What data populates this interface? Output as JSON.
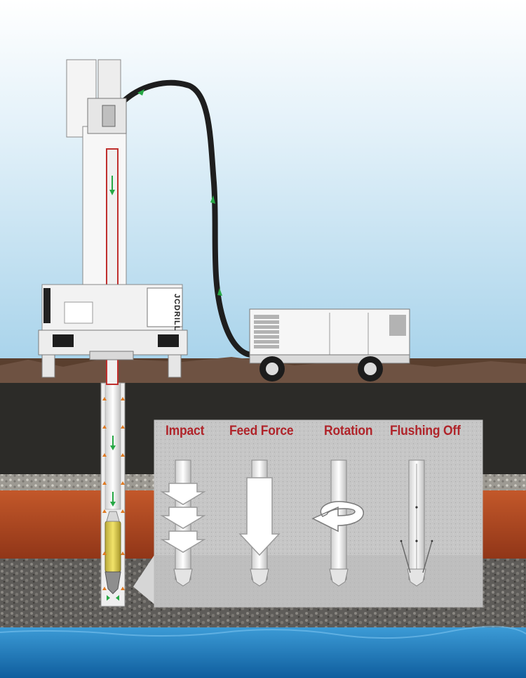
{
  "scene": {
    "brand": "JCDRILL",
    "stages": [
      {
        "id": "impact",
        "label": "Impact"
      },
      {
        "id": "feed-force",
        "label": "Feed Force"
      },
      {
        "id": "rotation",
        "label": "Rotation"
      },
      {
        "id": "flushing-off",
        "label": "Flushing Off"
      }
    ]
  },
  "colors": {
    "sky_top": "#ffffff",
    "sky_bottom": "#a9d4ec",
    "soil_dark": "#2b2a27",
    "clay": "#a8461f",
    "gravel": "#6a6865",
    "water": "#1e7cc4",
    "label_red": "#b0242a",
    "flow_green": "#27a845",
    "panel_gray": "#c9c9c9"
  },
  "icons": [
    "down-arrow-icon",
    "rotation-arrow-icon",
    "flow-arrow-icon"
  ]
}
